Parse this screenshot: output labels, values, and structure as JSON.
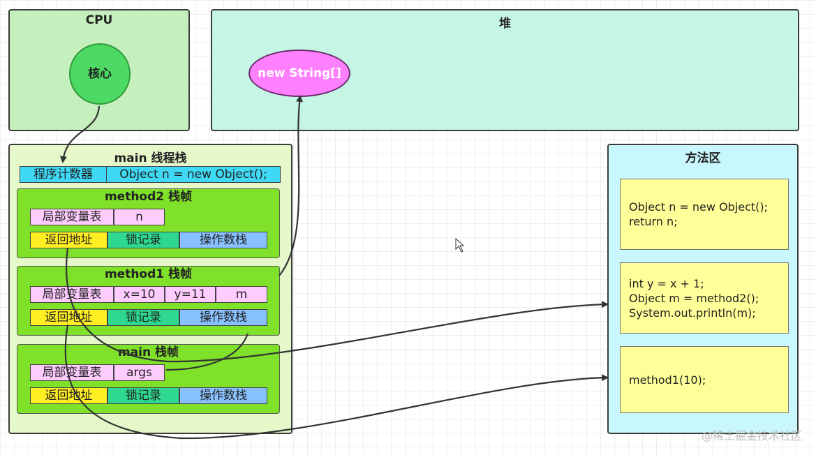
{
  "cpu": {
    "title": "CPU",
    "core": "核心"
  },
  "heap": {
    "title": "堆",
    "object": "new String[]"
  },
  "stack": {
    "title": "main 线程栈",
    "pc_label": "程序计数器",
    "pc_value": "Object n = new Object();",
    "frames": [
      {
        "title": "method2 栈帧",
        "locals_label": "局部变量表",
        "locals": [
          "n"
        ],
        "return_addr": "返回地址",
        "lock_record": "锁记录",
        "operand_stack": "操作数栈"
      },
      {
        "title": "method1 栈帧",
        "locals_label": "局部变量表",
        "locals": [
          "x=10",
          "y=11",
          "m"
        ],
        "return_addr": "返回地址",
        "lock_record": "锁记录",
        "operand_stack": "操作数栈"
      },
      {
        "title": "main 栈帧",
        "locals_label": "局部变量表",
        "locals": [
          "args"
        ],
        "return_addr": "返回地址",
        "lock_record": "锁记录",
        "operand_stack": "操作数栈"
      }
    ]
  },
  "method_area": {
    "title": "方法区",
    "blocks": [
      {
        "lines": [
          "Object n = new Object();",
          "return n;"
        ]
      },
      {
        "lines": [
          "int y = x + 1;",
          "Object m = method2();",
          "System.out.println(m);"
        ]
      },
      {
        "lines": [
          "method1(10);"
        ]
      }
    ]
  },
  "watermark": "@稀土掘金技术社区",
  "colors": {
    "cpu_bg": "#c6efbe",
    "core": "#4cd964",
    "heap_bg": "#c5f5e4",
    "object": "#ff80ff",
    "stack_bg": "#e6f7c9",
    "frame_bg": "#7fe12a",
    "method_area_bg": "#c8f7fd",
    "code_bg": "#ffff99",
    "pc_bg": "#3fd9f5",
    "locals_bg": "#ffccff",
    "return_bg": "#ffee22",
    "lock_bg": "#2ed88f",
    "operand_bg": "#88c1ff"
  }
}
